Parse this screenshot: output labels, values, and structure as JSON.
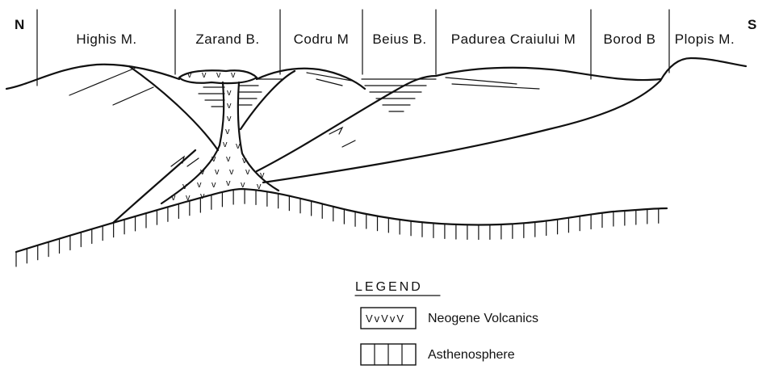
{
  "directions": {
    "north": "N",
    "south": "S"
  },
  "units": [
    "Highis M.",
    "Zarand B.",
    "Codru M",
    "Beius B.",
    "Padurea Craiului M",
    "Borod B",
    "Plopis M."
  ],
  "legend": {
    "title": "LEGEND",
    "items": [
      {
        "symbol": "VvVvV",
        "label": "Neogene Volcanics"
      },
      {
        "symbol": "vertical-hatch",
        "label": "Asthenosphere"
      }
    ]
  }
}
